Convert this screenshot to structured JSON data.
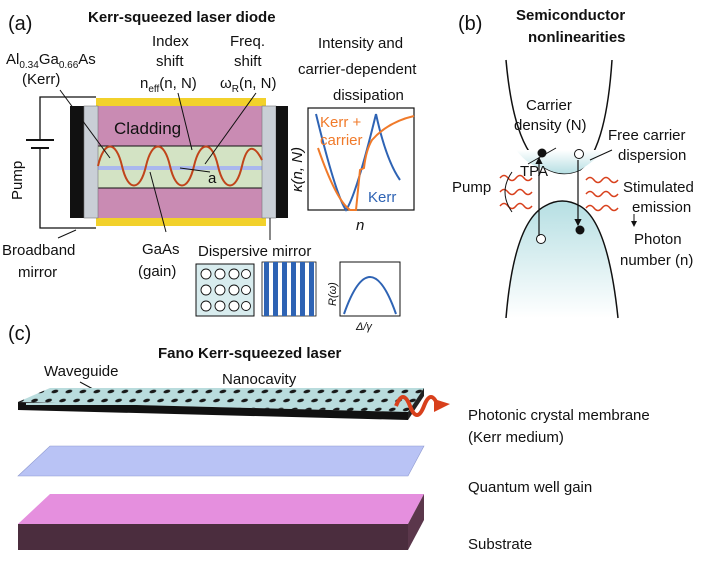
{
  "panel_a": {
    "tag": "(a)",
    "title": "Kerr-squeezed laser diode",
    "material_al": "Al",
    "material_al_sub": "0.34",
    "material_ga": "Ga",
    "material_ga_sub": "0.66",
    "material_as": "As",
    "material_kerr": "(Kerr)",
    "index_shift_l1": "Index",
    "index_shift_l2": "shift",
    "index_shift_n": "n",
    "index_shift_sub": "eff",
    "index_shift_args": "(n, N)",
    "freq_shift_l1": "Freq.",
    "freq_shift_l2": "shift",
    "freq_shift_w": "ω",
    "freq_shift_sub": "R",
    "freq_shift_args": "(n, N)",
    "dissipation_l1": "Intensity and",
    "dissipation_l2": "carrier-dependent",
    "dissipation_l3": "dissipation",
    "cladding": "Cladding",
    "mode_label": "a",
    "pump": "Pump",
    "broadband_l1": "Broadband",
    "broadband_l2": "mirror",
    "gaas_l1": "GaAs",
    "gaas_l2": "(gain)",
    "dispersive": "Dispersive mirror",
    "inset_ylabel": "κ(n, N)",
    "inset_xlabel": "n",
    "inset_series1_l1": "Kerr +",
    "inset_series1_l2": "carrier",
    "inset_series2": "Kerr",
    "refl_ylabel": "R(ω)",
    "refl_xlabel": "Δ/γ"
  },
  "panel_b": {
    "tag": "(b)",
    "title_l1": "Semiconductor",
    "title_l2": "nonlinearities",
    "carrier_l1": "Carrier",
    "carrier_l2": "density (N)",
    "free_l1": "Free carrier",
    "free_l2": "dispersion",
    "tpa": "TPA",
    "pump": "Pump",
    "stim_l1": "Stimulated",
    "stim_l2": "emission",
    "photon_l1": "Photon",
    "photon_l2": "number (n)"
  },
  "panel_c": {
    "tag": "(c)",
    "title": "Fano Kerr-squeezed laser",
    "waveguide": "Waveguide",
    "nanocavity": "Nanocavity",
    "membrane_l1": "Photonic crystal membrane",
    "membrane_l2": "(Kerr medium)",
    "qw": "Quantum well gain",
    "substrate": "Substrate"
  },
  "colors": {
    "cladding": "#c98bb3",
    "core": "#d3e3c4",
    "gain_stripe": "#aab8ee",
    "gold": "#f2d12b",
    "mode_wave": "#c0441a",
    "kerr_carrier": "#f07a2a",
    "kerr": "#2e63b4",
    "band_fill": "#cfe8ea",
    "membrane": "#b9dcdd",
    "qw": "#b9c3f5",
    "substrate": "#e58fde",
    "substrate_side": "#4b2d3e",
    "red_arrow": "#d8401c"
  }
}
